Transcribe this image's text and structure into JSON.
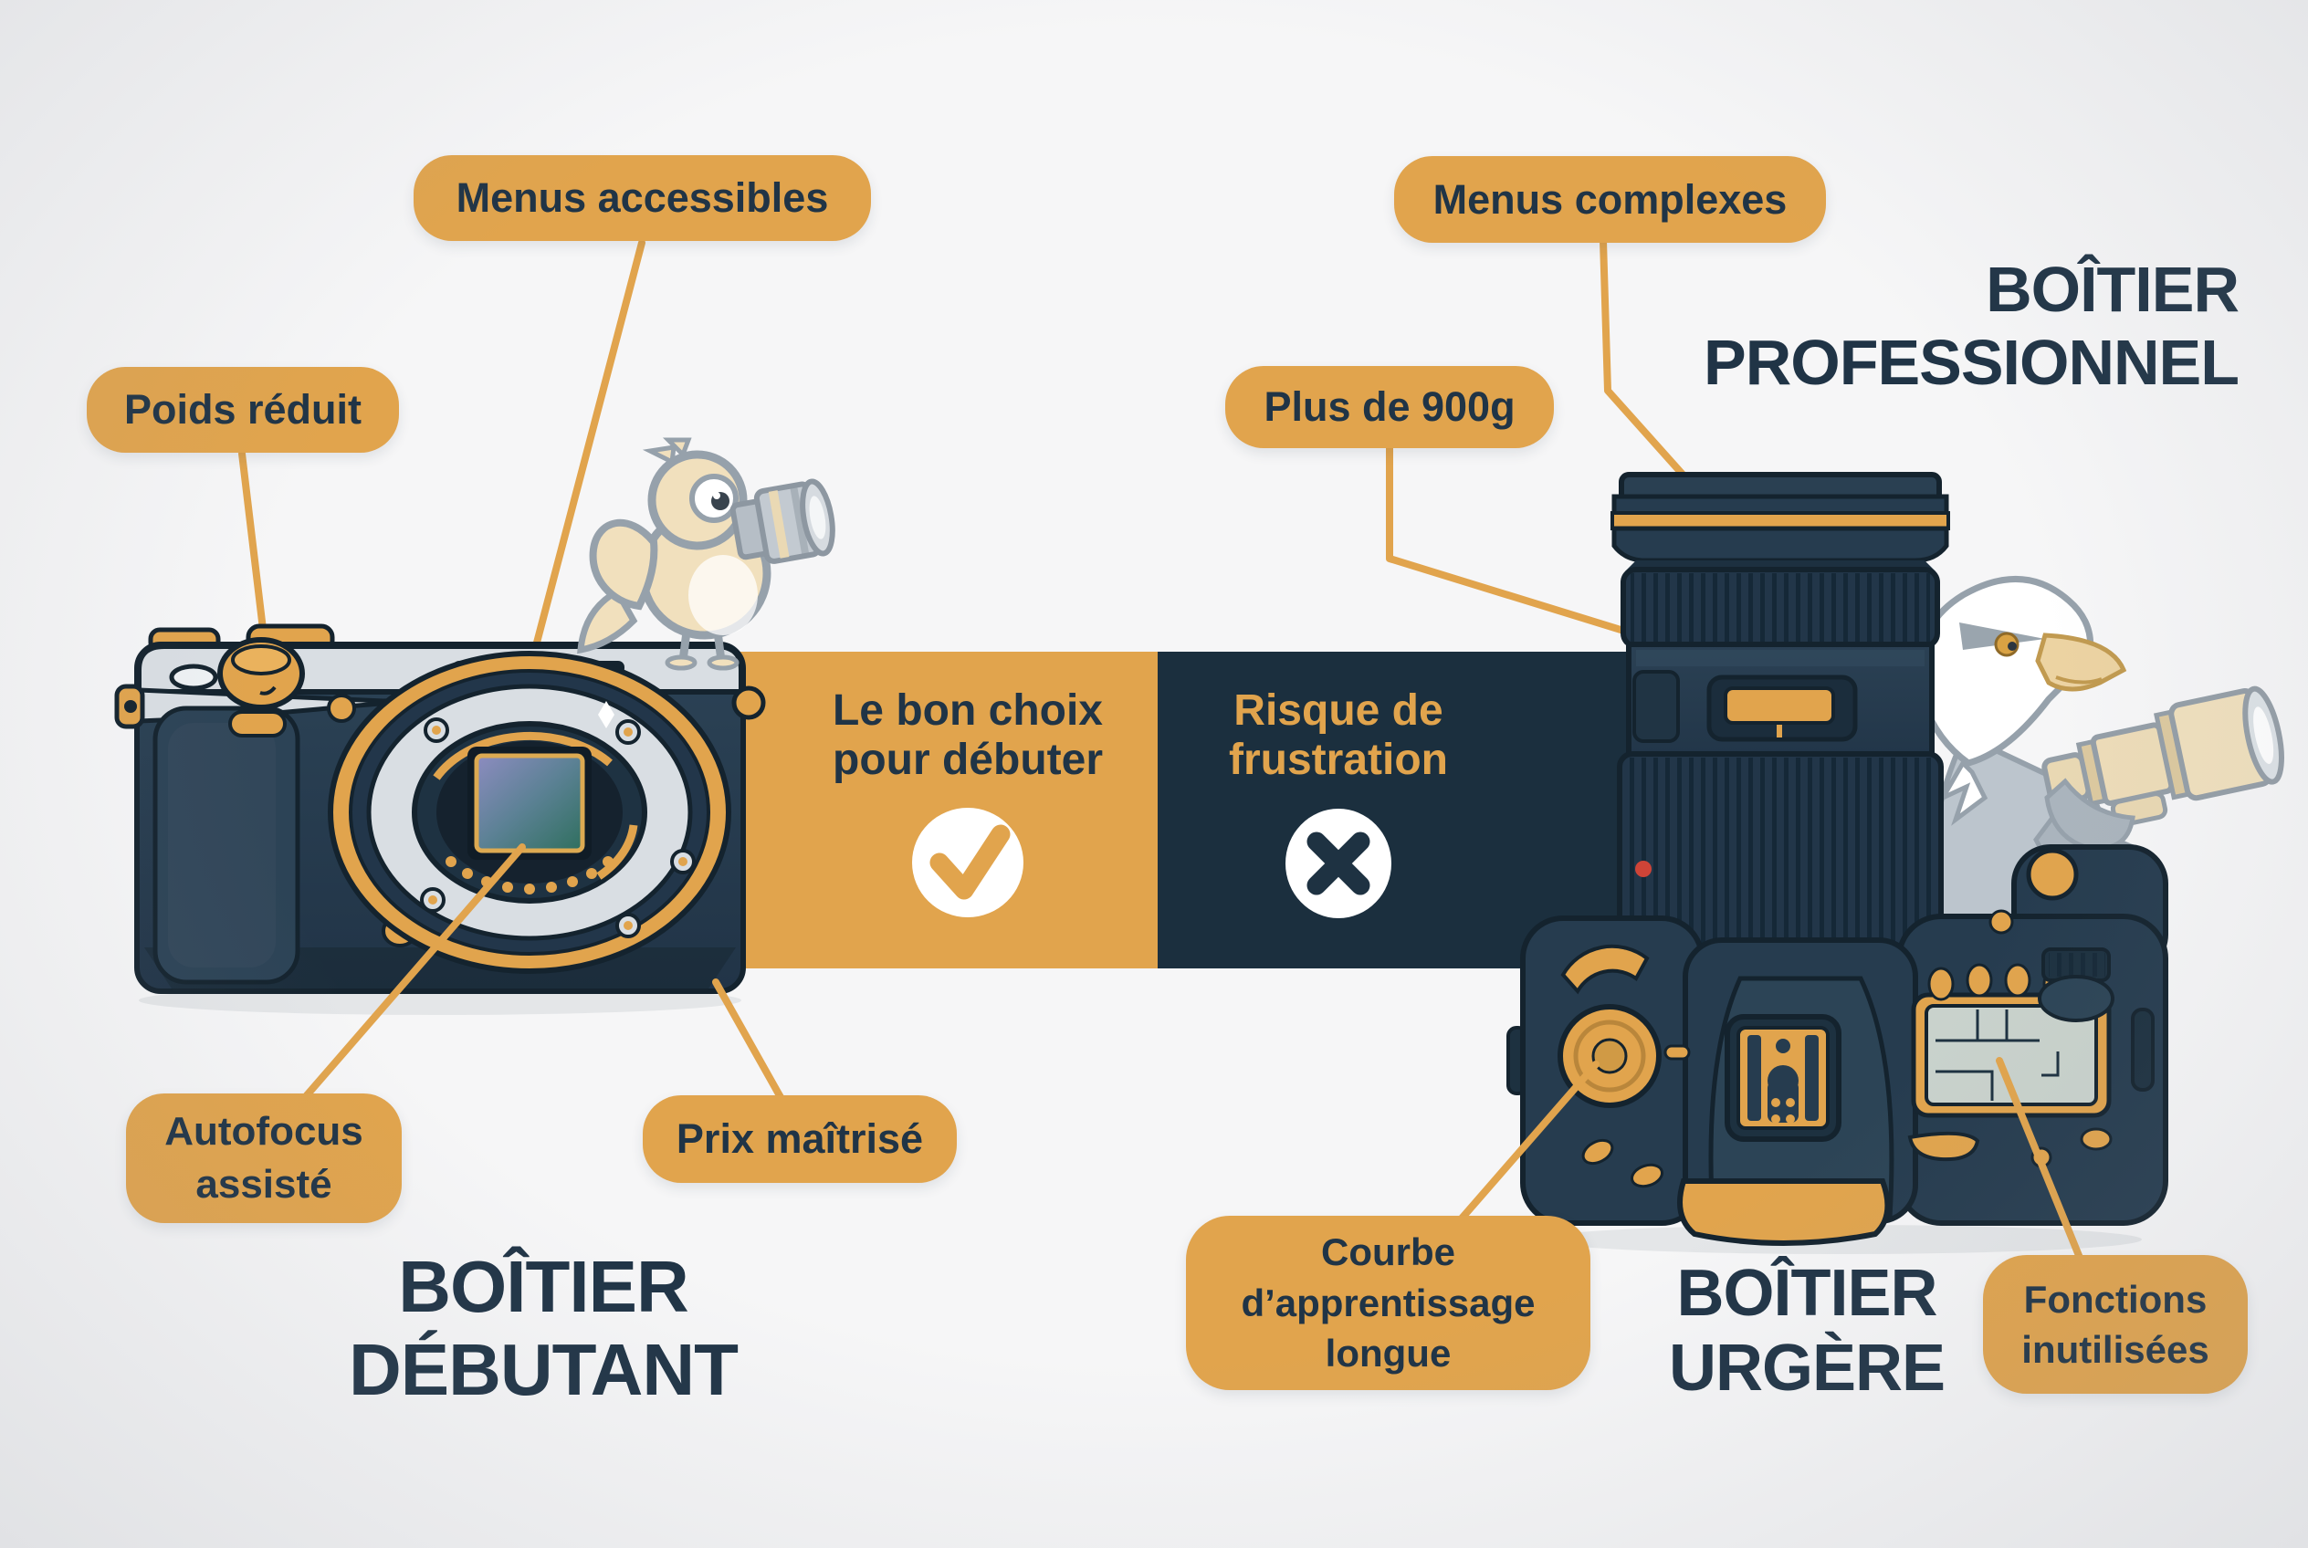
{
  "palette": {
    "gold": "#e1a44d",
    "navy": "#263c4f",
    "navydeep": "#1e3242",
    "ink": "#14232e",
    "band": "#1b2f3e",
    "silver": "#d9dee3",
    "lcd": "#c9d2cc",
    "cream": "#f1e0bd",
    "cream2": "#ecdcb8",
    "gray": "#bcc5cd",
    "grayline": "#96a1ab",
    "bg": "#f6f6f7",
    "red": "#cf4437",
    "white": "#ffffff",
    "text": "#203446"
  },
  "callouts": {
    "menus_accessibles": "Menus accessibles",
    "poids_reduit": "Poids réduit",
    "menus_complexes": "Menus complexes",
    "plus_900g": "Plus de 900g",
    "autofocus": {
      "line1": "Autofocus",
      "line2": "assisté"
    },
    "prix_maitrise": "Prix maîtrisé",
    "courbe": {
      "line1": "Courbe",
      "line2": "d’apprentissage",
      "line3": "longue"
    },
    "fonctions": {
      "line1": "Fonctions",
      "line2": "inutilisées"
    }
  },
  "headings": {
    "professionnel": {
      "line1": "BOÎTIER",
      "line2": "PROFESSIONNEL"
    },
    "debutant": {
      "line1": "BOÎTIER",
      "line2": "DÉBUTANT"
    },
    "urgere": {
      "line1": "BOÎTIER",
      "line2": "URGÈRE"
    }
  },
  "verdicts": {
    "good": {
      "line1": "Le bon choix",
      "line2": "pour débuter",
      "icon": "✓"
    },
    "bad": {
      "line1": "Risque de",
      "line2": "frustration",
      "icon": "✕"
    }
  }
}
